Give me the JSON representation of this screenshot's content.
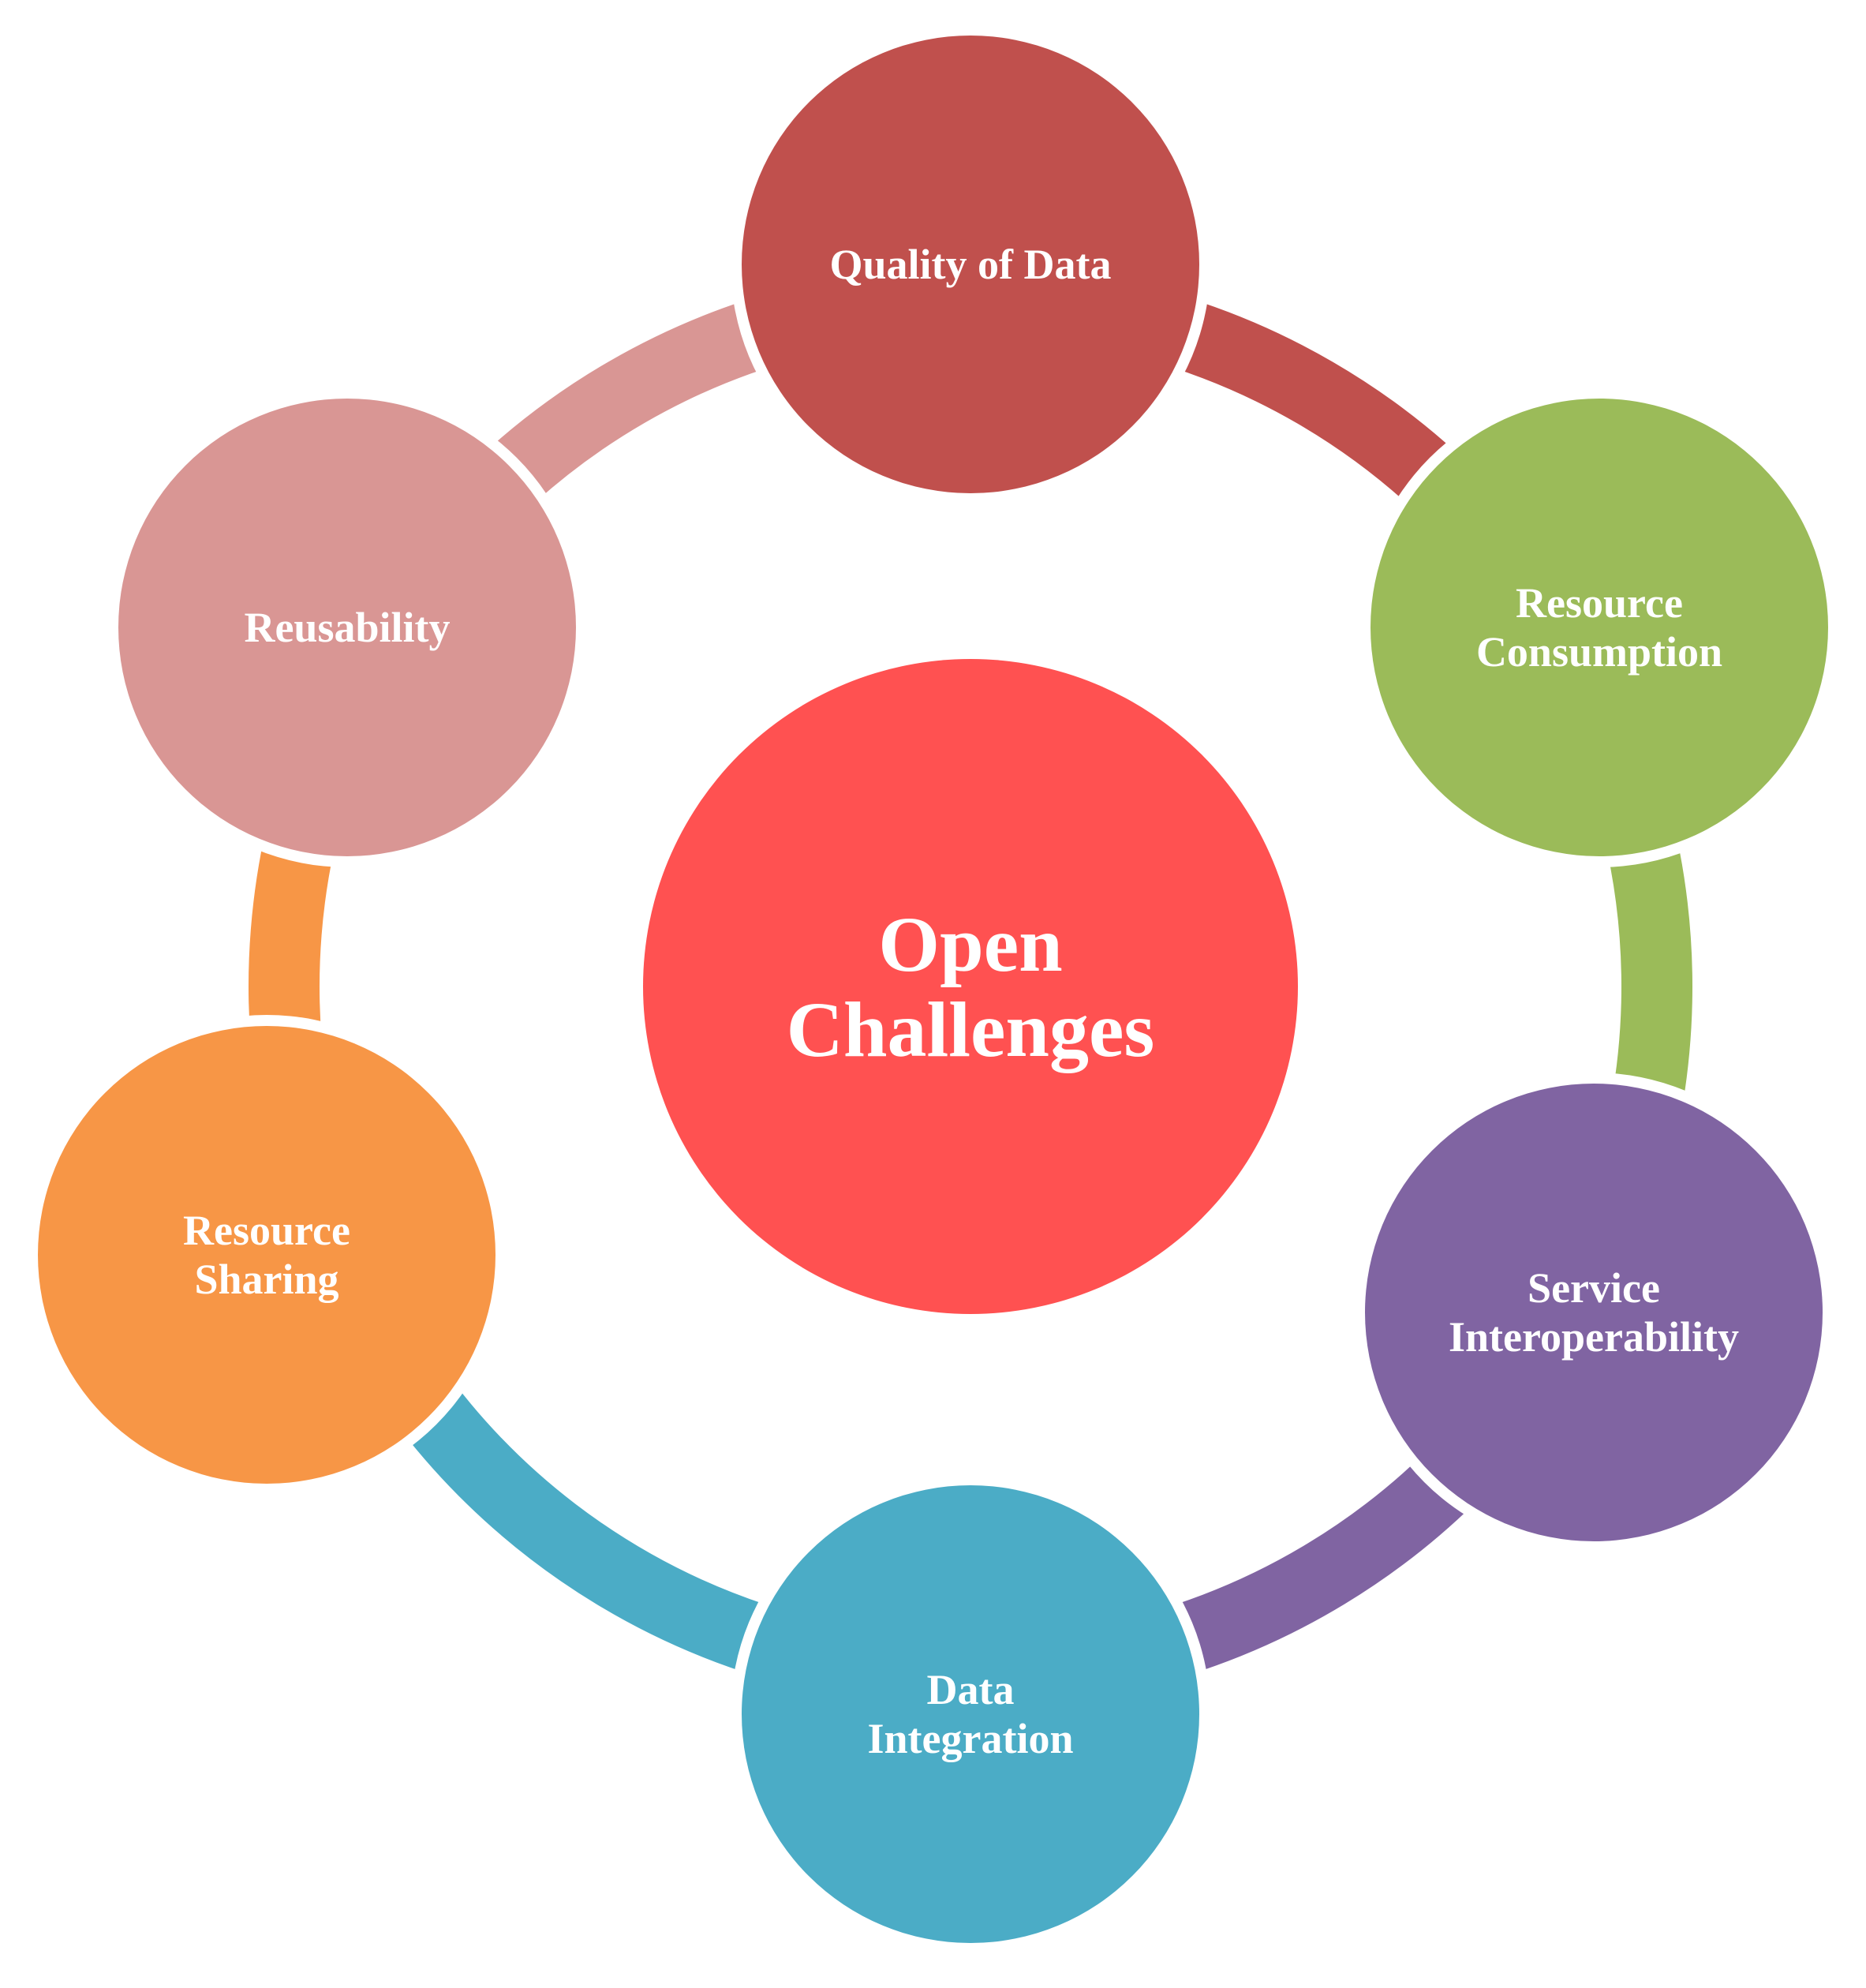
{
  "center": {
    "lines": [
      "Open",
      "Challenges"
    ],
    "color": "#FF5151"
  },
  "nodes": [
    {
      "id": "quality-of-data",
      "lines": [
        "Quality of Data"
      ],
      "color": "#C0504D",
      "arc_color": "#C0504D"
    },
    {
      "id": "resource-consumption",
      "lines": [
        "Resource",
        "Consumption"
      ],
      "color": "#9BBB59",
      "arc_color": "#9BBB59"
    },
    {
      "id": "service-interoperability",
      "lines": [
        "Service",
        "Interoperability"
      ],
      "color": "#8064A2",
      "arc_color": "#8064A2"
    },
    {
      "id": "data-integration",
      "lines": [
        "Data",
        "Integration"
      ],
      "color": "#4BACC6",
      "arc_color": "#4BACC6"
    },
    {
      "id": "resource-sharing",
      "lines": [
        "Resource",
        "Sharing"
      ],
      "color": "#F79646",
      "arc_color": "#F79646"
    },
    {
      "id": "reusability",
      "lines": [
        "Reusability"
      ],
      "color": "#D99694",
      "arc_color": "#D99694"
    }
  ]
}
